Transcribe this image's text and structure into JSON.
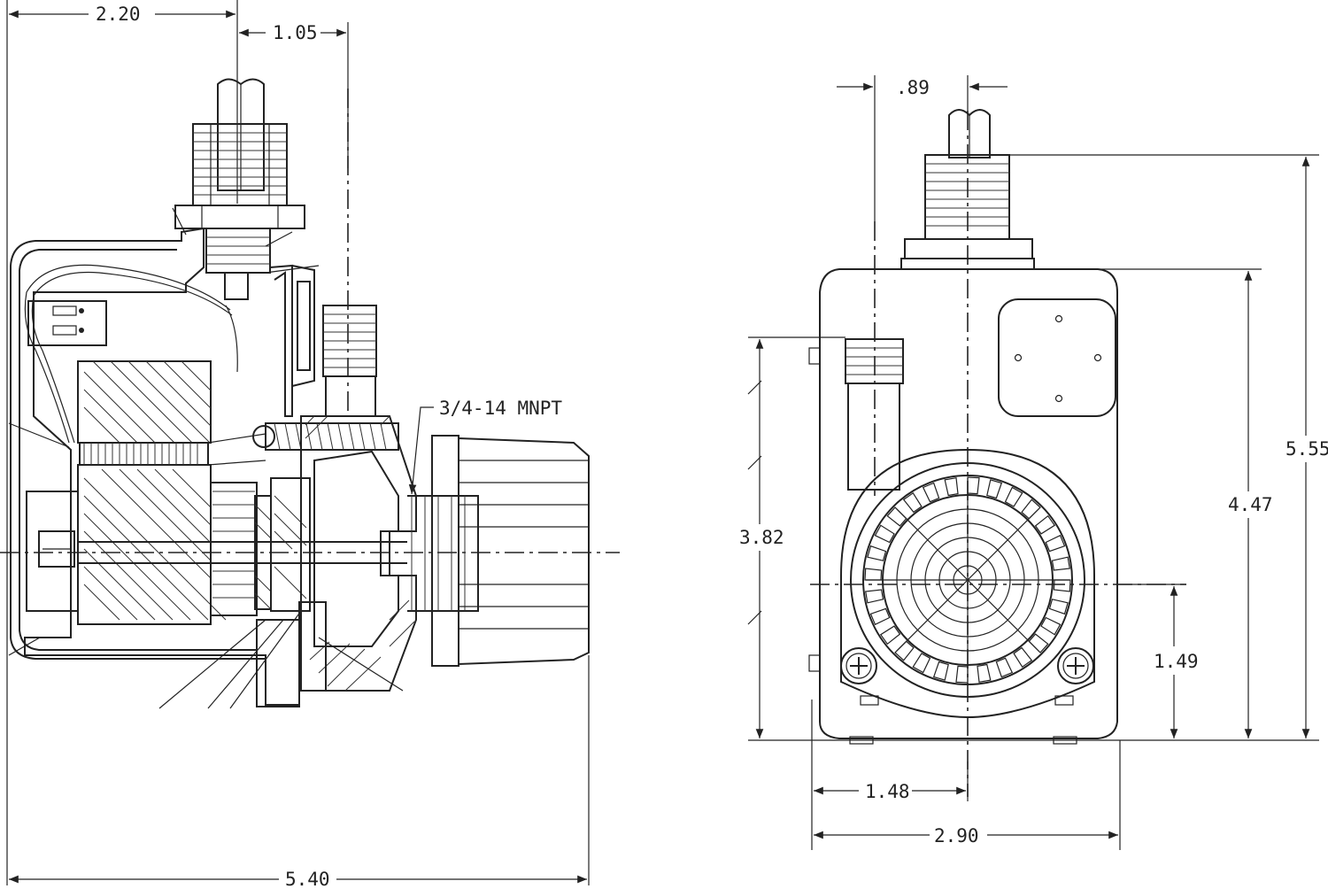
{
  "side_view": {
    "dims": {
      "d_220": "2.20",
      "d_105": "1.05",
      "d_540": "5.40"
    },
    "note_mnpt": "3/4-14 MNPT"
  },
  "front_view": {
    "dims": {
      "d_089": ".89",
      "d_555": "5.55",
      "d_447": "4.47",
      "d_382": "3.82",
      "d_149": "1.49",
      "d_148": "1.48",
      "d_290": "2.90"
    }
  }
}
